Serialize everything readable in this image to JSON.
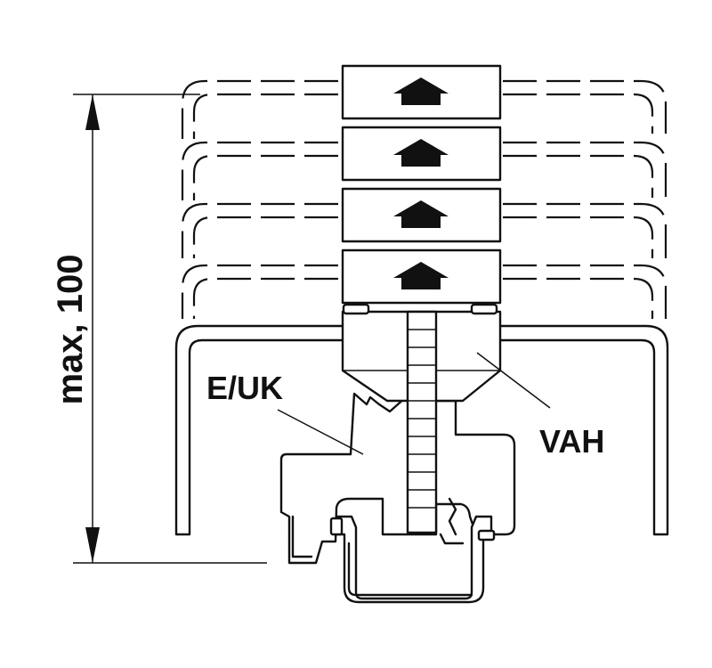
{
  "dimension": {
    "label": "max, 100"
  },
  "labels": {
    "terminal": "E/UK",
    "carrier": "VAH"
  },
  "colors": {
    "line": "#111111",
    "background": "#ffffff"
  },
  "icons": {
    "raise": "up-arrow-icon"
  },
  "raise_steps": 4
}
